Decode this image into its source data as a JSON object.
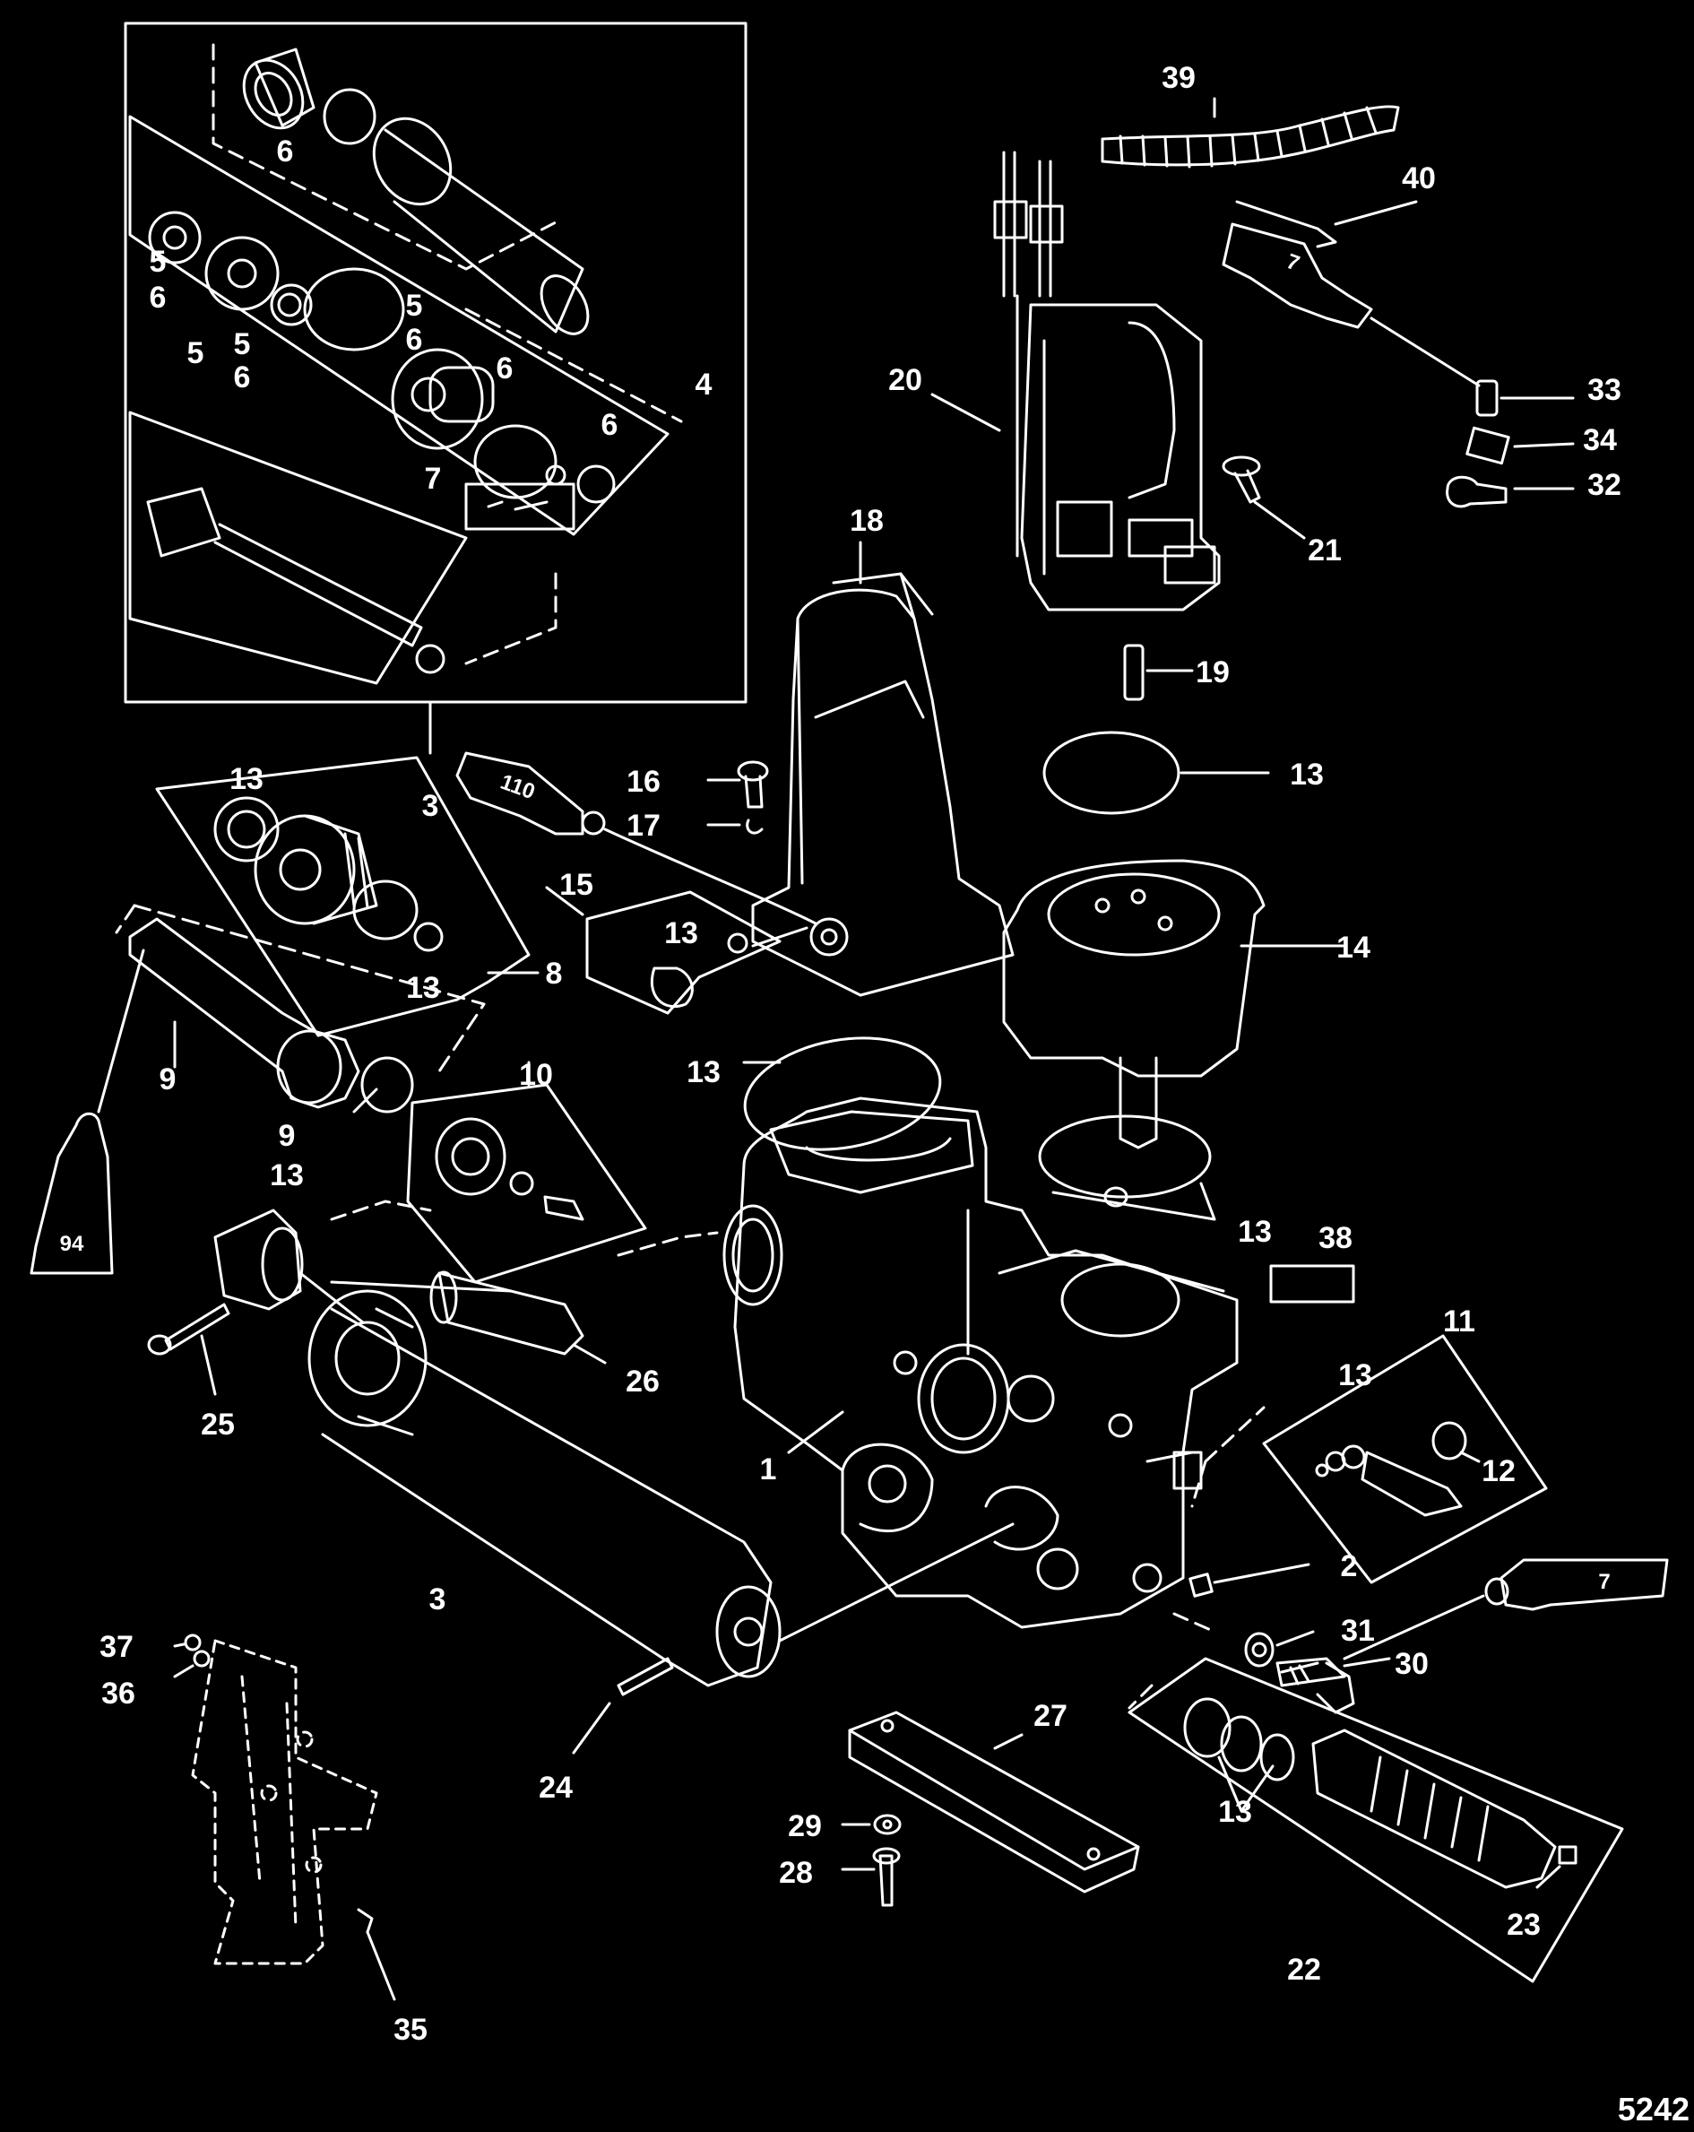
{
  "colors": {
    "background": "#000000",
    "ink": "#ffffff"
  },
  "figure_number": "5242",
  "callouts": [
    {
      "id": "c39a",
      "text": "39"
    },
    {
      "id": "c40a",
      "text": "40"
    },
    {
      "id": "c6a",
      "text": "6"
    },
    {
      "id": "c5a",
      "text": "5"
    },
    {
      "id": "c6b",
      "text": "6"
    },
    {
      "id": "c5b",
      "text": "5"
    },
    {
      "id": "c6c",
      "text": "6"
    },
    {
      "id": "c5c",
      "text": "5"
    },
    {
      "id": "c5d",
      "text": "5"
    },
    {
      "id": "c6d",
      "text": "6"
    },
    {
      "id": "c6e",
      "text": "6"
    },
    {
      "id": "c6f",
      "text": "6"
    },
    {
      "id": "c4a",
      "text": "4"
    },
    {
      "id": "c7a",
      "text": "7"
    },
    {
      "id": "c20a",
      "text": "20"
    },
    {
      "id": "c33a",
      "text": "33"
    },
    {
      "id": "c34a",
      "text": "34"
    },
    {
      "id": "c32a",
      "text": "32"
    },
    {
      "id": "c21a",
      "text": "21"
    },
    {
      "id": "c18a",
      "text": "18"
    },
    {
      "id": "c19a",
      "text": "19"
    },
    {
      "id": "c3a",
      "text": "3"
    },
    {
      "id": "c16a",
      "text": "16"
    },
    {
      "id": "c17a",
      "text": "17"
    },
    {
      "id": "c13a",
      "text": "13"
    },
    {
      "id": "c13b",
      "text": "13"
    },
    {
      "id": "c15a",
      "text": "15"
    },
    {
      "id": "c13c",
      "text": "13"
    },
    {
      "id": "c14a",
      "text": "14"
    },
    {
      "id": "c8a",
      "text": "8"
    },
    {
      "id": "c13d",
      "text": "13"
    },
    {
      "id": "c13e",
      "text": "13"
    },
    {
      "id": "c10a",
      "text": "10"
    },
    {
      "id": "c9a",
      "text": "9"
    },
    {
      "id": "c9b",
      "text": "9"
    },
    {
      "id": "c13f",
      "text": "13"
    },
    {
      "id": "c13g",
      "text": "13"
    },
    {
      "id": "c38a",
      "text": "38"
    },
    {
      "id": "c11a",
      "text": "11"
    },
    {
      "id": "c13h",
      "text": "13"
    },
    {
      "id": "c26a",
      "text": "26"
    },
    {
      "id": "c25a",
      "text": "25"
    },
    {
      "id": "c1a",
      "text": "1"
    },
    {
      "id": "c12a",
      "text": "12"
    },
    {
      "id": "c3b",
      "text": "3"
    },
    {
      "id": "c2a",
      "text": "2"
    },
    {
      "id": "c31a",
      "text": "31"
    },
    {
      "id": "c30a",
      "text": "30"
    },
    {
      "id": "c37a",
      "text": "37"
    },
    {
      "id": "c36a",
      "text": "36"
    },
    {
      "id": "c27a",
      "text": "27"
    },
    {
      "id": "c24a",
      "text": "24"
    },
    {
      "id": "c29a",
      "text": "29"
    },
    {
      "id": "c28a",
      "text": "28"
    },
    {
      "id": "c13i",
      "text": "13"
    },
    {
      "id": "c22a",
      "text": "22"
    },
    {
      "id": "c23a",
      "text": "23"
    },
    {
      "id": "c35a",
      "text": "35"
    }
  ],
  "tubes": [
    {
      "id": "t7a",
      "text": "7"
    },
    {
      "id": "t110",
      "text": "110"
    },
    {
      "id": "t94",
      "text": "94"
    },
    {
      "id": "t7b",
      "text": "7"
    }
  ]
}
